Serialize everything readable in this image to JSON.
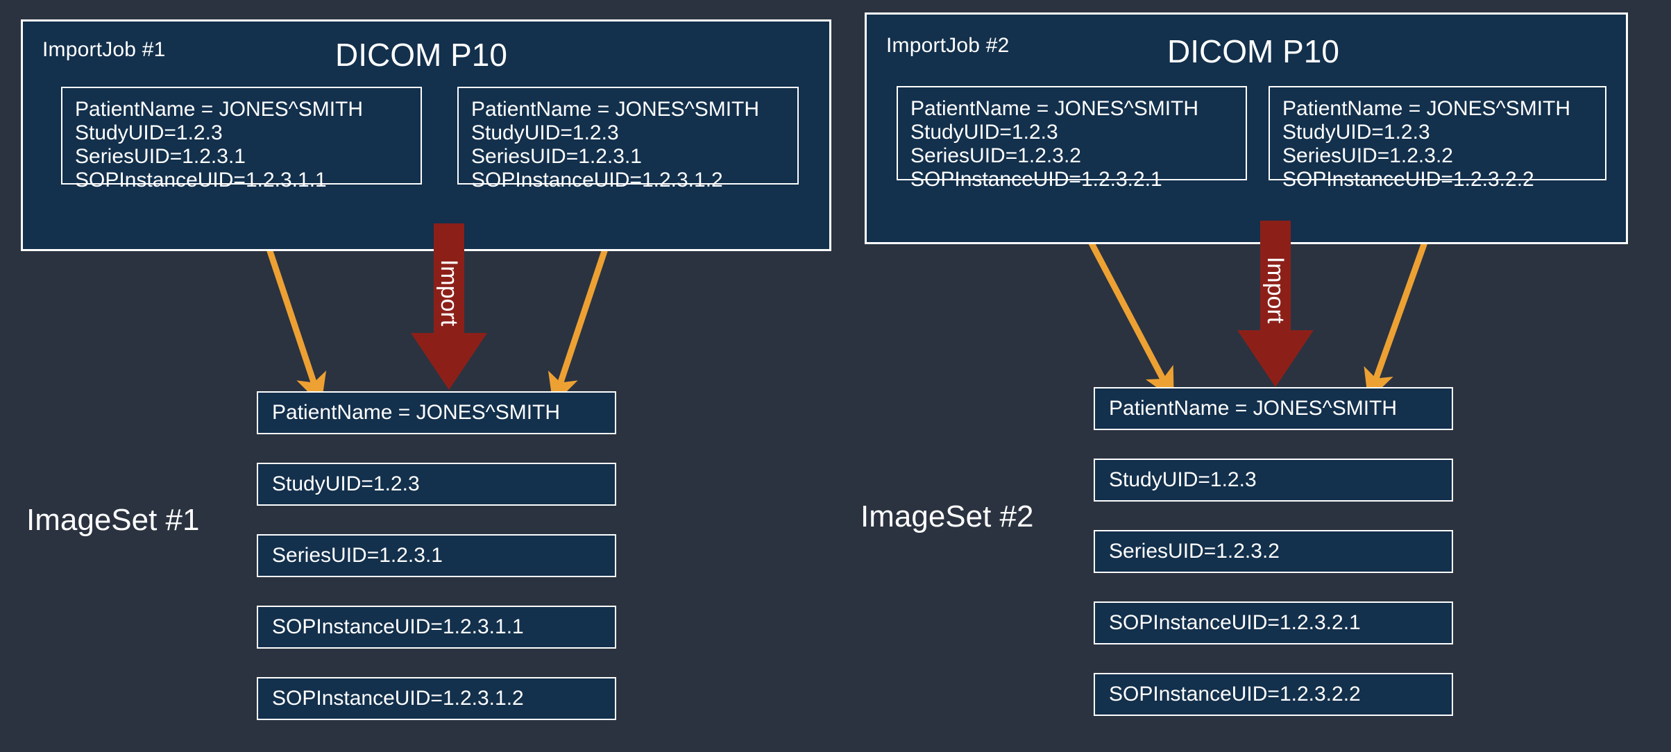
{
  "canvas": {
    "background_color": "#2b3340",
    "panel_color": "#13304c",
    "border_color": "#ffffff",
    "import_arrow_color": "#8c2019",
    "connector_color": "#eda133"
  },
  "jobs": [
    {
      "label": "ImportJob #1",
      "title": "DICOM P10",
      "instances": [
        {
          "lines": [
            "PatientName = JONES^SMITH",
            "StudyUID=1.2.3",
            "SeriesUID=1.2.3.1",
            "SOPInstanceUID=1.2.3.1.1"
          ]
        },
        {
          "lines": [
            "PatientName = JONES^SMITH",
            "StudyUID=1.2.3",
            "SeriesUID=1.2.3.1",
            "SOPInstanceUID=1.2.3.1.2"
          ]
        }
      ],
      "import_label": "Import"
    },
    {
      "label": "ImportJob #2",
      "title": "DICOM P10",
      "instances": [
        {
          "lines": [
            "PatientName = JONES^SMITH",
            "StudyUID=1.2.3",
            "SeriesUID=1.2.3.2",
            "SOPInstanceUID=1.2.3.2.1"
          ]
        },
        {
          "lines": [
            "PatientName = JONES^SMITH",
            "StudyUID=1.2.3",
            "SeriesUID=1.2.3.2",
            "SOPInstanceUID=1.2.3.2.2"
          ]
        }
      ],
      "import_label": "Import"
    }
  ],
  "imagesets": [
    {
      "label": "ImageSet #1",
      "rows": [
        "PatientName = JONES^SMITH",
        "StudyUID=1.2.3",
        "SeriesUID=1.2.3.1",
        "SOPInstanceUID=1.2.3.1.1",
        "SOPInstanceUID=1.2.3.1.2"
      ]
    },
    {
      "label": "ImageSet #2",
      "rows": [
        "PatientName = JONES^SMITH",
        "StudyUID=1.2.3",
        "SeriesUID=1.2.3.2",
        "SOPInstanceUID=1.2.3.2.1",
        "SOPInstanceUID=1.2.3.2.2"
      ]
    }
  ]
}
